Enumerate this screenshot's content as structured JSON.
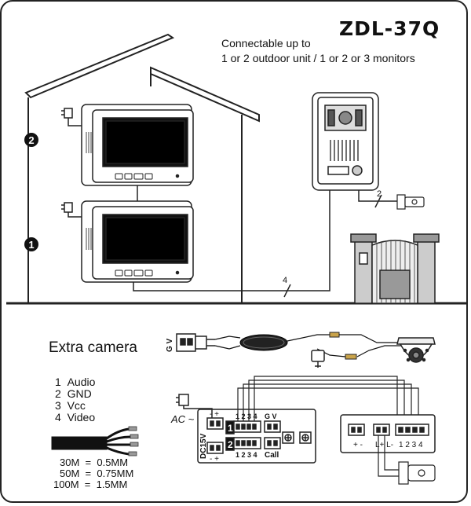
{
  "model": "ZDL-37Q",
  "subtitle": [
    "Connectable up to",
    "1 or 2 outdoor unit / 1 or 2 or 3 monitors"
  ],
  "monitor_markers": [
    "2",
    "1"
  ],
  "cable_counts": {
    "monitors_to_outdoor": "4",
    "outdoor_to_lock": "2"
  },
  "extra_camera_title": "Extra camera",
  "wire_legend": [
    {
      "num": "1",
      "label": "Audio"
    },
    {
      "num": "2",
      "label": "GND"
    },
    {
      "num": "3",
      "label": "Vcc"
    },
    {
      "num": "4",
      "label": "Video"
    }
  ],
  "cable_gauges": [
    {
      "length": "30M",
      "eq": "=",
      "gauge": "0.5MM"
    },
    {
      "length": "50M",
      "eq": "=",
      "gauge": "0.75MM"
    },
    {
      "length": "100M",
      "eq": "=",
      "gauge": "1.5MM"
    }
  ],
  "power_label": "AC ~",
  "terminal_labels": {
    "camera_plug": "G V",
    "dc": "DC15V",
    "minus_plus_top": "- +",
    "minus_plus_bottom": "- +",
    "line1_num": "1",
    "line2_num": "2",
    "pins": "1 2 3 4",
    "gv": "G V",
    "call": "Call",
    "outdoor_pm": "+ -",
    "outdoor_lock": "L+ L-",
    "outdoor_pins": "1 2 3 4"
  }
}
